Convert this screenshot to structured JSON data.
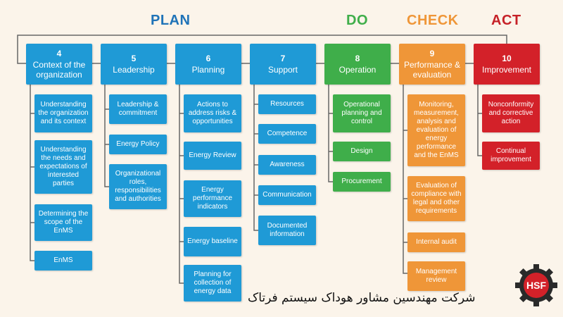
{
  "phases": {
    "plan": "PLAN",
    "do": "DO",
    "check": "CHECK",
    "act": "ACT"
  },
  "colors": {
    "plan": "#1f9ad6",
    "do": "#3fae4a",
    "check": "#ef9638",
    "act": "#d32129"
  },
  "columns": [
    {
      "num": "4",
      "title": "Context of the organization",
      "items": [
        "Understanding the organization and its context",
        "Understanding the needs and expectations of interested parties",
        "Determining the scope of the EnMS",
        "EnMS"
      ]
    },
    {
      "num": "5",
      "title": "Leadership",
      "items": [
        "Leadership & commitment",
        "Energy Policy",
        "Organizational roles, responsibilities and authorities"
      ]
    },
    {
      "num": "6",
      "title": "Planning",
      "items": [
        "Actions to address risks & opportunities",
        "Energy Review",
        "Energy performance indicators",
        "Energy baseline",
        "Planning for collection of energy data"
      ]
    },
    {
      "num": "7",
      "title": "Support",
      "items": [
        "Resources",
        "Competence",
        "Awareness",
        "Communication",
        "Documented information"
      ]
    },
    {
      "num": "8",
      "title": "Operation",
      "items": [
        "Operational planning and control",
        "Design",
        "Procurement"
      ]
    },
    {
      "num": "9",
      "title": "Performance & evaluation",
      "items": [
        "Monitoring, measurement, analysis and evaluation of energy performance and the EnMS",
        "Evaluation of compliance with legal and other requirements",
        "Internal audit",
        "Management review"
      ]
    },
    {
      "num": "10",
      "title": "Improvement",
      "items": [
        "Nonconformity and corrective action",
        "Continual improvement"
      ]
    }
  ],
  "footer": {
    "company": "شرکت مهندسین مشاور هوداک سیستم فرتاک",
    "logo_text": "HSF"
  }
}
